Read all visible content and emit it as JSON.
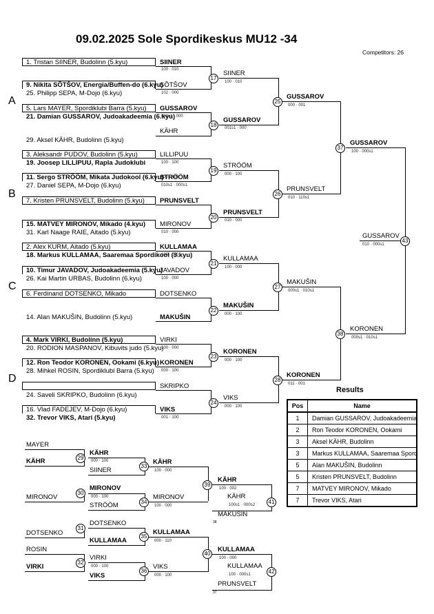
{
  "header": {
    "title": "09.02.2025  Sole Spordikeskus   MU12 -34",
    "competitors": "Competitors: 26"
  },
  "pools": [
    "A",
    "B",
    "C",
    "D"
  ],
  "entries": [
    "1. Tristan SIINER, Budolinn (5.kyu)",
    "9. Nikita SÕTŠOV, Energia/Buffen-do (6.kyu)",
    "25. Philipp SEPA, M-Dojo (6.kyu)",
    "5. Lars MAYER, Spordiklubi Barra (5.kyu)",
    "21. Damian GUSSAROV, Judoakadeemia (6.kyu)",
    "29. Aksel KÄHR, Budolinn (5.kyu)",
    "3. Aleksandr PUDOV, Budolinn (5.kyu)",
    "19. Joosep LILLIPUU, Rapla Judoklubi",
    "11. Sergo STRÖÖM, Mikata Judokool (6.kyu)",
    "27. Daniel SEPA, M-Dojo (6.kyu)",
    "7. Kristen PRUNSVELT, Budolinn (5.kyu)",
    "15. MATVEY MIRONOV, Mikado (4.kyu)",
    "31. Karl Naage RAIE, Aitado (5.kyu)",
    "2. Alex KURM, Aitado (5.kyu)",
    "18. Markus KULLAMAA, Saaremaa Spordikool (3.kyu)",
    "10. Timur JAVADOV, Judoakadeemia (5.kyu)",
    "26. Kai Martin URBAS, Budolinn (6.kyu)",
    "6. Ferdinand DOTSENKO, Mikado",
    "14. Alan MAKUŠIN, Budolinn (5.kyu)",
    "4. Mark VIRKI, Budolinn (5.kyu)",
    "20. RODION MASPANOV, Kibuvits judo (5.kyu)",
    "12. Ron Teodor KORONEN, Ookami (6.kyu)",
    "28. Mihkel ROSIN, Spordiklubi Barra (5.kyu)",
    "24. Saveli SKRIPKO, Budolinn (6.kyu)",
    "16. Vlad FADEJEV, M-Dojo (6.kyu)",
    "32. Trevor VIKS, Atari (5.kyu)"
  ],
  "names": [
    "SIINER",
    "SÕTŠOV",
    "GUSSAROV",
    "KÄHR",
    "LILLIPUU",
    "STRÖÖM",
    "PRUNSVELT",
    "MIRONOV",
    "KULLAMAA",
    "JAVADOV",
    "DOTSENKO",
    "MAKUŠIN",
    "VIRKI",
    "KORONEN",
    "SKRIPKO",
    "VIKS",
    "MAYER",
    "ROSIN"
  ],
  "scores": [
    "100 · 010",
    "102 · 000",
    "001s1 · 000",
    "100 · 100",
    "000 · 100",
    "010s1 · 000s1",
    "010 · 000",
    "100 · 000",
    "100 · 000",
    "100 · 000",
    "000 · 100",
    "000 · 100",
    "100 · 000",
    "000 · 100",
    "000 · 100",
    "001 · 100",
    "000 · 001",
    "010 · 110s1",
    "000s1 · 010s1",
    "011 · 001",
    "100 · 000s1",
    "000s1 · 010s1",
    "010 · 000s1",
    "000 · 100",
    "000 · 100",
    "000 · 100",
    "000 · 100",
    "100 · 000",
    "100 · 000",
    "000 · 110",
    "000 · 100",
    "100 · 002",
    "100s1 · 000s2",
    "100 · 000",
    "100 · 000s1"
  ],
  "matches": [
    "17",
    "18",
    "19",
    "20",
    "21",
    "22",
    "23",
    "24",
    "25",
    "26",
    "27",
    "28",
    "37",
    "38",
    "43",
    "29",
    "30",
    "31",
    "32",
    "33",
    "34",
    "35",
    "36",
    "39",
    "40",
    "41",
    "42"
  ],
  "repechage_nums": [
    "38",
    "37"
  ],
  "results": {
    "title": "Results",
    "headers": [
      "Pos",
      "Name"
    ],
    "rows": [
      {
        "pos": "1",
        "name": "Damian GUSSAROV, Judoakadeemia"
      },
      {
        "pos": "2",
        "name": "Ron Teodor KORONEN, Ookami"
      },
      {
        "pos": "3",
        "name": "Aksel KÄHR, Budolinn"
      },
      {
        "pos": "3",
        "name": "Markus KULLAMAA, Saaremaa Spordikool"
      },
      {
        "pos": "5",
        "name": "Alan MAKUŠIN, Budolinn"
      },
      {
        "pos": "5",
        "name": "Kristen PRUNSVELT, Budolinn"
      },
      {
        "pos": "7",
        "name": "MATVEY MIRONOV, Mikado"
      },
      {
        "pos": "7",
        "name": "Trevor VIKS, Atari"
      }
    ]
  }
}
